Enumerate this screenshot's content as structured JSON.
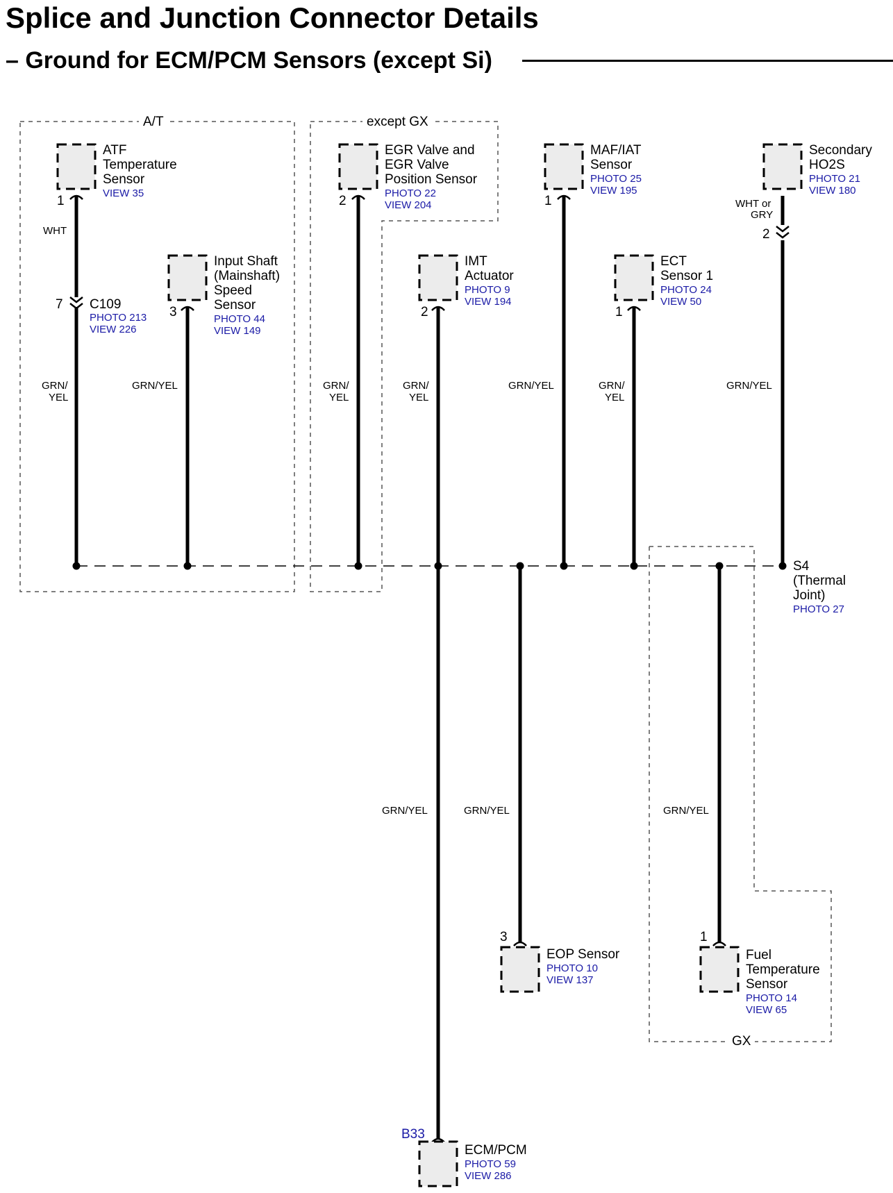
{
  "header": {
    "title": "Splice and Junction Connector Details",
    "subtitle": "– Ground for ECM/PCM Sensors (except Si)"
  },
  "zones": {
    "at": "A/T",
    "except_gx": "except GX",
    "gx": "GX"
  },
  "components": {
    "atf": {
      "name": [
        "ATF",
        "Temperature",
        "Sensor"
      ],
      "refs": [
        "VIEW 35"
      ],
      "pin": "1"
    },
    "issp": {
      "name": [
        "Input Shaft",
        "(Mainshaft)",
        "Speed",
        "Sensor"
      ],
      "refs": [
        "PHOTO 44",
        "VIEW 149"
      ],
      "pin": "3"
    },
    "egr": {
      "name": [
        "EGR Valve and",
        "EGR Valve",
        "Position Sensor"
      ],
      "refs": [
        "PHOTO 22",
        "VIEW 204"
      ],
      "pin": "2"
    },
    "imt": {
      "name": [
        "IMT",
        "Actuator"
      ],
      "refs": [
        "PHOTO 9",
        "VIEW 194"
      ],
      "pin": "2"
    },
    "maf": {
      "name": [
        "MAF/IAT",
        "Sensor"
      ],
      "refs": [
        "PHOTO 25",
        "VIEW 195"
      ],
      "pin": "1"
    },
    "ect": {
      "name": [
        "ECT",
        "Sensor 1"
      ],
      "refs": [
        "PHOTO 24",
        "VIEW 50"
      ],
      "pin": "1"
    },
    "ho2s": {
      "name": [
        "Secondary",
        "HO2S"
      ],
      "refs": [
        "PHOTO 21",
        "VIEW 180"
      ]
    },
    "eop": {
      "name": [
        "EOP Sensor"
      ],
      "refs": [
        "PHOTO 10",
        "VIEW 137"
      ],
      "pin": "3"
    },
    "fuel": {
      "name": [
        "Fuel",
        "Temperature",
        "Sensor"
      ],
      "refs": [
        "PHOTO 14",
        "VIEW 65"
      ],
      "pin": "1"
    },
    "ecm": {
      "name": [
        "ECM/PCM"
      ],
      "refs": [
        "PHOTO 59",
        "VIEW 286"
      ],
      "connector": "B33"
    }
  },
  "connectors": {
    "c109": {
      "name": "C109",
      "refs": [
        "PHOTO 213",
        "VIEW 226"
      ],
      "pin": "7"
    },
    "ho2s_inline": {
      "pin": "2",
      "wire": [
        "WHT or",
        "GRY"
      ]
    }
  },
  "splice": {
    "name": [
      "S4",
      "(Thermal",
      "Joint)"
    ],
    "refs": [
      "PHOTO 27"
    ]
  },
  "wires": {
    "wht": "WHT",
    "grn_yel_split": [
      "GRN/",
      "YEL"
    ],
    "grn_yel": "GRN/YEL"
  }
}
